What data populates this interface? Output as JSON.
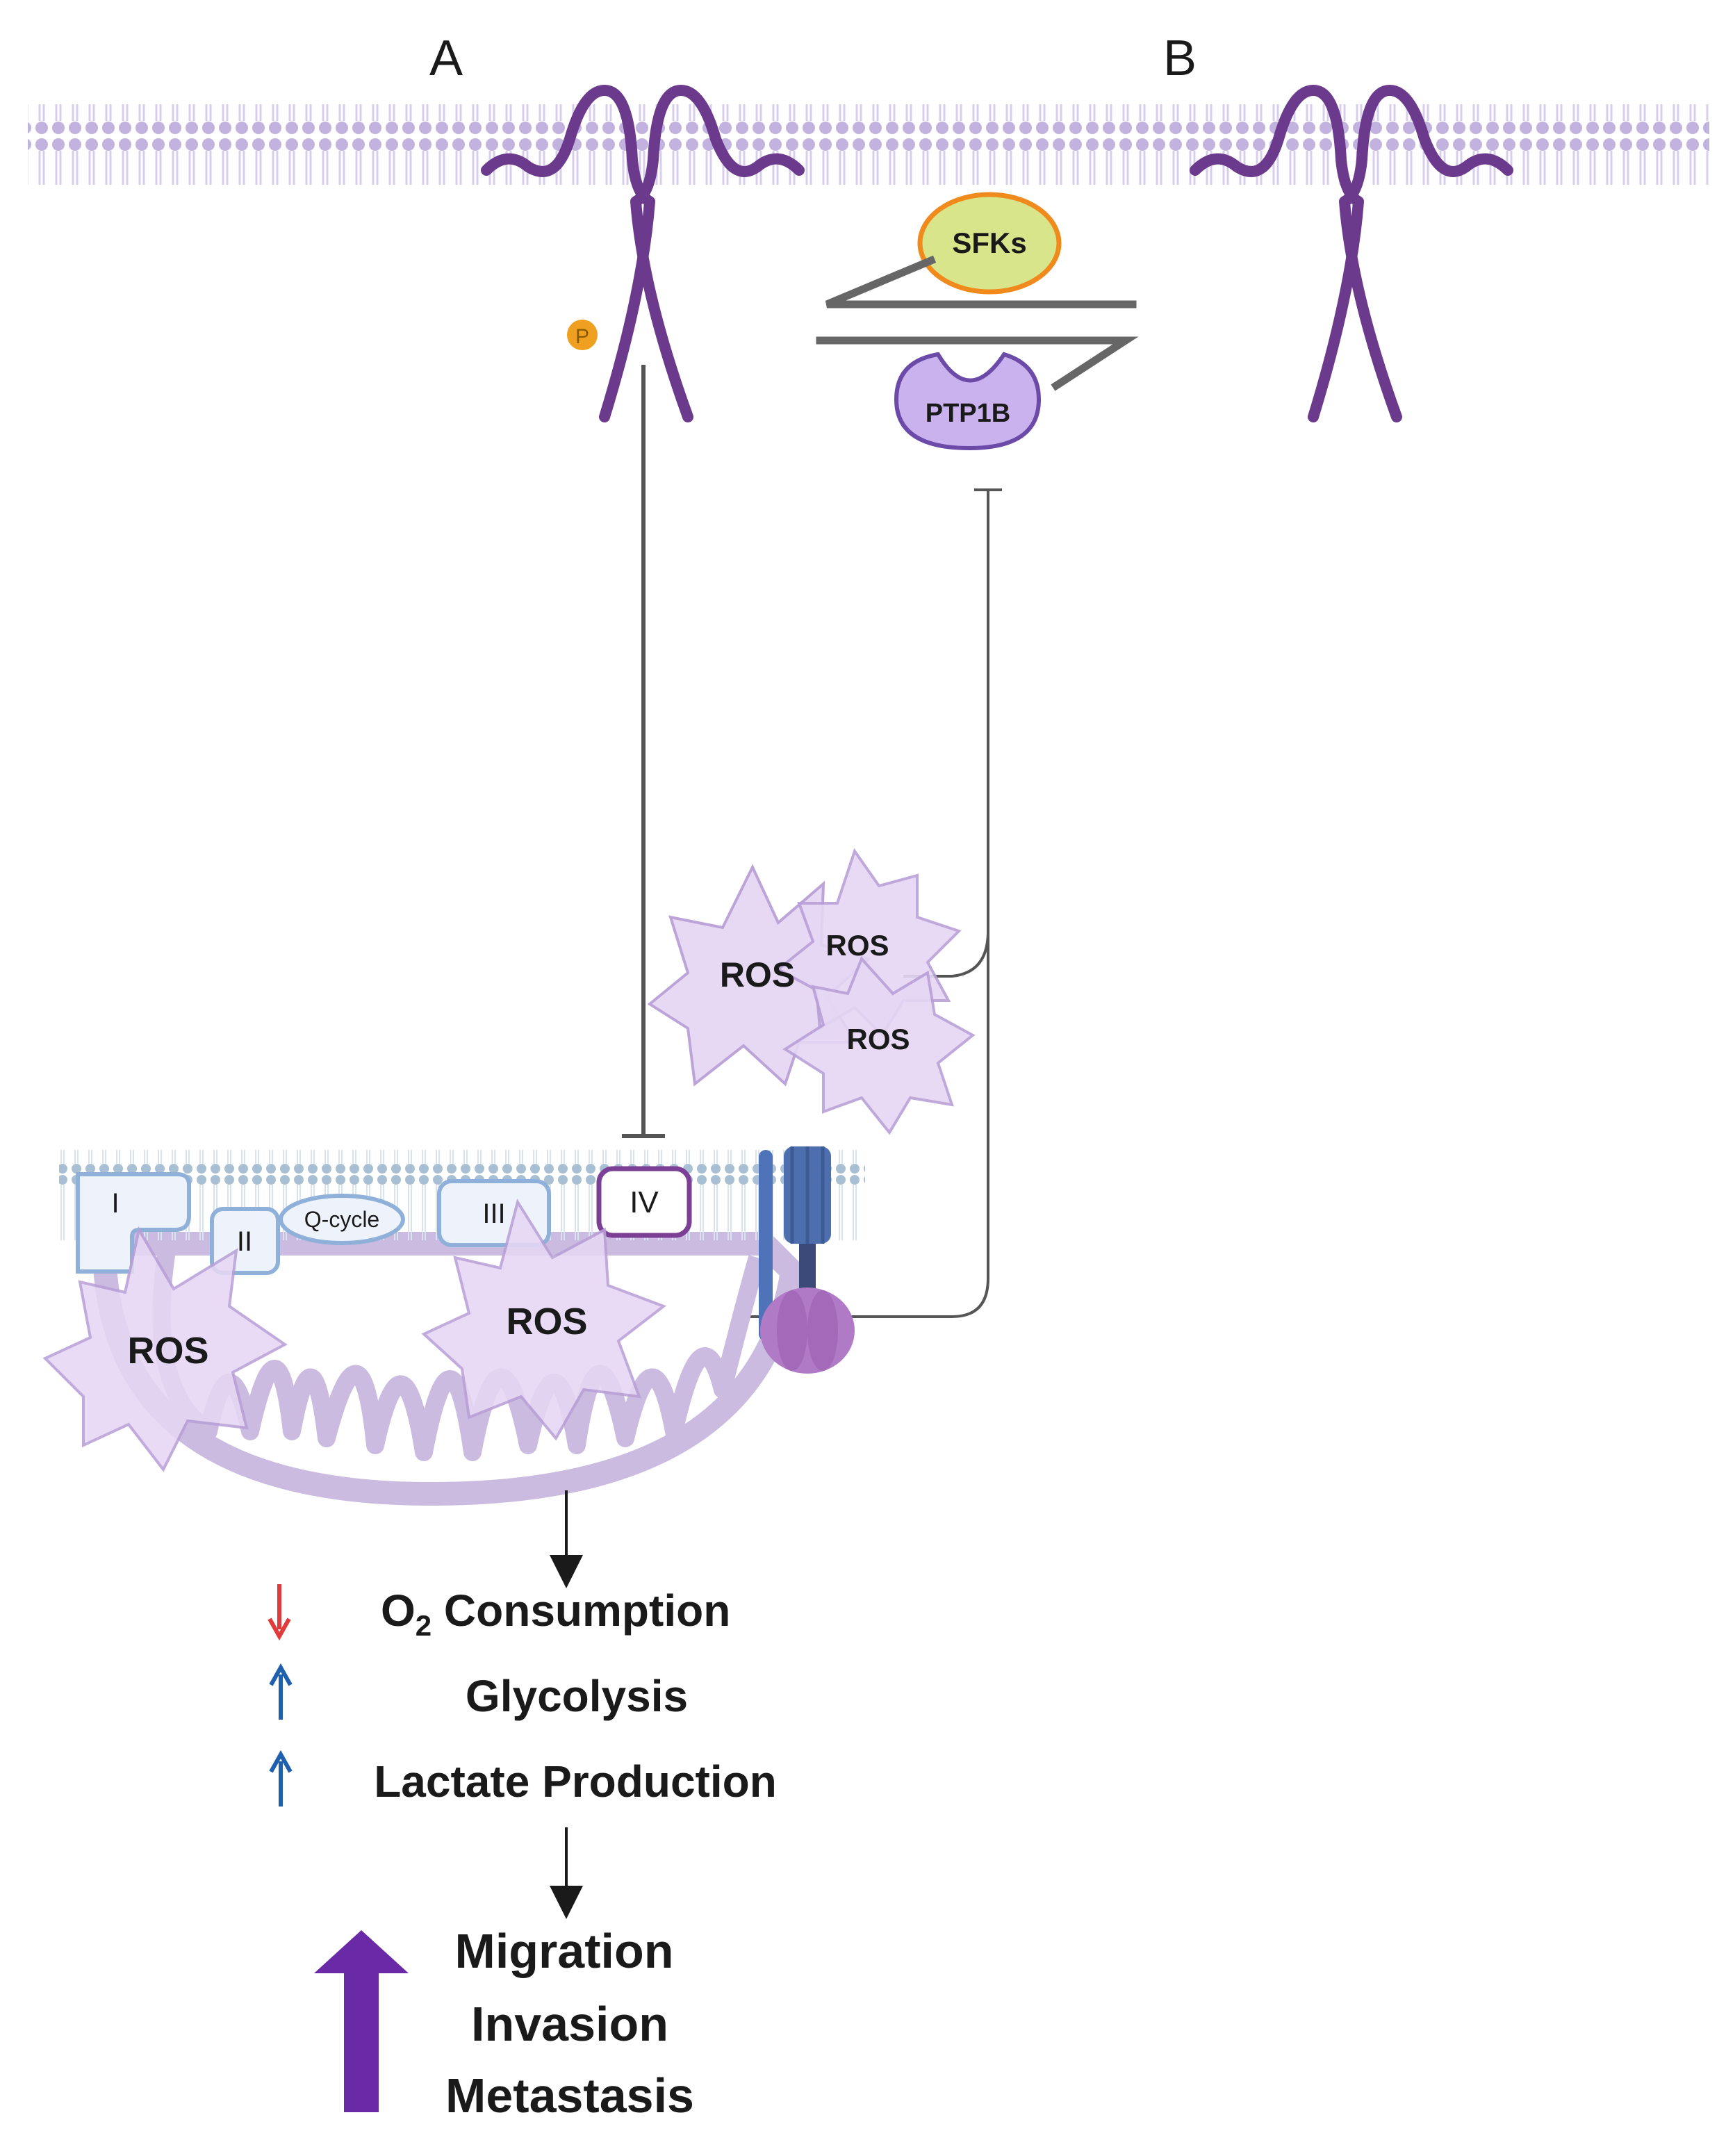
{
  "panel_labels": {
    "a": "A",
    "b": "B"
  },
  "receptor_a": {
    "phospho_label": "P"
  },
  "sfks": {
    "label": "SFKs"
  },
  "ptp1b": {
    "label": "PTP1B"
  },
  "ros": {
    "cluster_left": "ROS",
    "cluster_top": "ROS",
    "cluster_bottom": "ROS",
    "mito_left": "ROS",
    "mito_center": "ROS"
  },
  "etc": {
    "complex_1": "I",
    "complex_2": "II",
    "q_cycle": "Q-cycle",
    "complex_3": "III",
    "complex_4": "IV"
  },
  "outcomes": {
    "o2_prefix": "O",
    "o2_sub": "2",
    "o2_suffix": " Consumption",
    "glycolysis": "Glycolysis",
    "lactate": "Lactate Production"
  },
  "phenotype": {
    "line1": "Migration",
    "line2": "Invasion",
    "line3": "Metastasis"
  },
  "colors": {
    "membrane": "#b9a7d8",
    "receptor": "#6b3a8c",
    "phospho": "#f0a020",
    "sfks_fill": "#d8e58a",
    "sfks_stroke": "#f08a1c",
    "ptp1b_fill": "#c9b2ee",
    "ptp1b_stroke": "#6b4aa8",
    "ros_fill": "#e6d7f4",
    "ros_stroke": "#b9a0d8",
    "mito": "#cbbbe0",
    "complex_fill": "#eef3fb",
    "complex_stroke": "#8fb0d8",
    "complex4_stroke": "#7b3f95",
    "down_arrow": "#e23a3a",
    "up_arrow": "#1e5fb0",
    "big_arrow": "#6a2aa8",
    "text": "#1a1a1a"
  }
}
